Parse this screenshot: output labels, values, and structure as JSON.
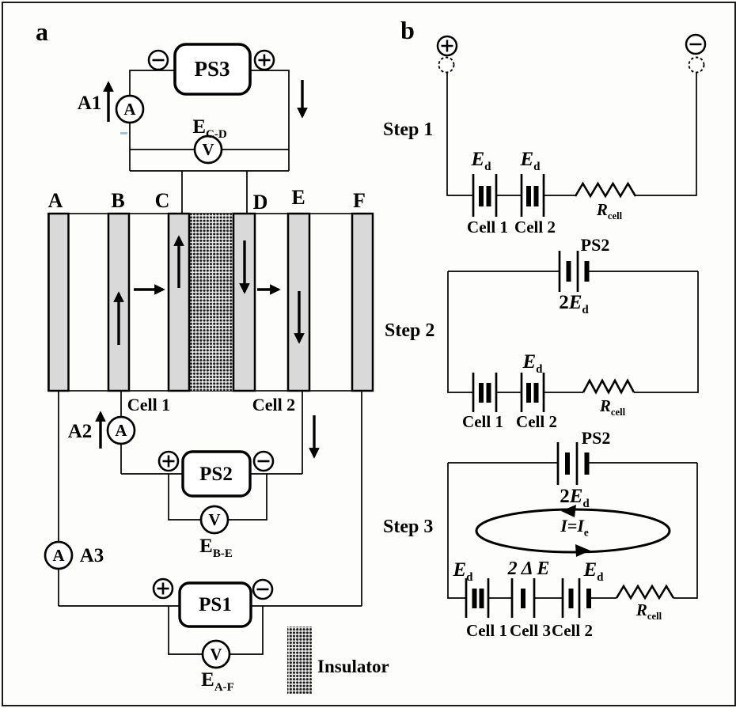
{
  "colors": {
    "ink": "#000000",
    "electrode_fill": "#d9d9d9",
    "background": "#ffffff"
  },
  "panel_a": {
    "label": "a",
    "ps3": {
      "name": "PS3"
    },
    "ps2": {
      "name": "PS2"
    },
    "ps1": {
      "name": "PS1"
    },
    "ammeter_labels": {
      "a1": "A1",
      "a2": "A2",
      "a3": "A3"
    },
    "meter_letters": {
      "ammeter": "A",
      "voltmeter": "V"
    },
    "voltmeter_labels": {
      "cd": {
        "base": "E",
        "sub": "C-D"
      },
      "be": {
        "base": "E",
        "sub": "B-E"
      },
      "af": {
        "base": "E",
        "sub": "A-F"
      }
    },
    "electrodes": {
      "e0": "A",
      "e1": "B",
      "e2": "C",
      "e3": "D",
      "e4": "E",
      "e5": "F"
    },
    "cell1": "Cell 1",
    "cell2": "Cell 2",
    "insulator": "Insulator"
  },
  "panel_b": {
    "label": "b",
    "steps": {
      "s1": {
        "title": "Step 1",
        "ed1": {
          "base": "E",
          "sub": "d"
        },
        "ed2": {
          "base": "E",
          "sub": "d"
        },
        "cell1": "Cell 1",
        "cell2": "Cell 2",
        "rcell": {
          "base": "R",
          "sub": "cell"
        }
      },
      "s2": {
        "title": "Step 2",
        "ps": "PS2",
        "twoed": {
          "prefix": "2",
          "base": "E",
          "sub": "d"
        },
        "ed": {
          "base": "E",
          "sub": "d"
        },
        "cell1": "Cell 1",
        "cell2": "Cell 2",
        "rcell": {
          "base": "R",
          "sub": "cell"
        }
      },
      "s3": {
        "title": "Step 3",
        "ps": "PS2",
        "twoed": {
          "prefix": "2",
          "base": "E",
          "sub": "d"
        },
        "current": {
          "base": "I=I",
          "sub": "e"
        },
        "ed1": {
          "base": "E",
          "sub": "d"
        },
        "delta": "2 Δ E",
        "ed2": {
          "base": "E",
          "sub": "d"
        },
        "cell1": "Cell 1",
        "cell3": "Cell 3",
        "cell2": "Cell 2",
        "rcell": {
          "base": "R",
          "sub": "cell"
        }
      }
    }
  }
}
